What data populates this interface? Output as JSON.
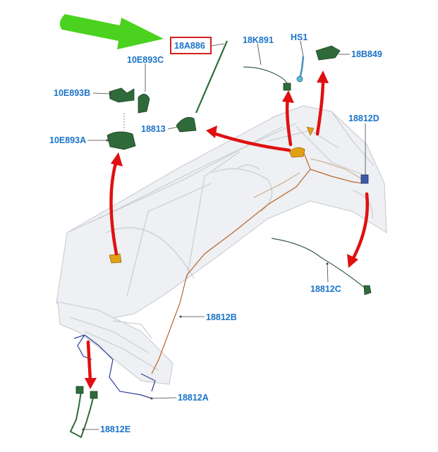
{
  "labels": {
    "main_part": "18A886",
    "p_10e893c": "10E893C",
    "p_10e893b": "10E893B",
    "p_10e893a": "10E893A",
    "p_18813": "18813",
    "p_18k891": "18K891",
    "p_hs1": "HS1",
    "p_18b849": "18B849",
    "p_18812d": "18812D",
    "p_18812c": "18812C",
    "p_18812b": "18812B",
    "p_18812a": "18812A",
    "p_18812e": "18812E"
  },
  "colors": {
    "label_text": "#1a73c8",
    "highlight_box": "#d42020",
    "pointer_arrow": "#4bd21f",
    "callout_arrow": "#e01010",
    "part_green": "#2f6b3a"
  }
}
